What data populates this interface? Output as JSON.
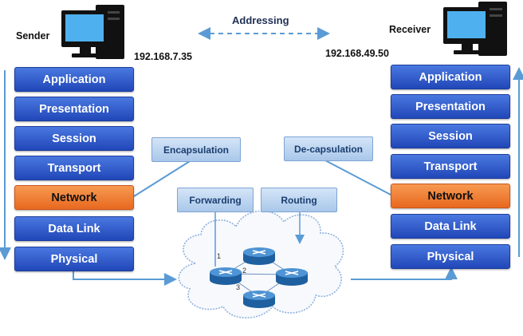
{
  "sender": {
    "title": "Sender",
    "ip": "192.168.7.35",
    "layers": [
      "Application",
      "Presentation",
      "Session",
      "Transport",
      "Network",
      "Data Link",
      "Physical"
    ]
  },
  "receiver": {
    "title": "Receiver",
    "ip": "192.168.49.50",
    "layers": [
      "Application",
      "Presentation",
      "Session",
      "Transport",
      "Network",
      "Data Link",
      "Physical"
    ]
  },
  "addressing": "Addressing",
  "callouts": {
    "encapsulation": "Encapsulation",
    "decapsulation": "De-capsulation",
    "forwarding": "Forwarding",
    "routing": "Routing"
  },
  "path_labels": [
    "1",
    "2",
    "3"
  ],
  "colors": {
    "layer_blue": "#2f5bd0",
    "layer_highlight": "#f07a2e",
    "arrow": "#5b9bd5",
    "callout": "#bcd5f0"
  },
  "icons": [
    "computer-icon",
    "router-icon",
    "cloud-icon"
  ]
}
